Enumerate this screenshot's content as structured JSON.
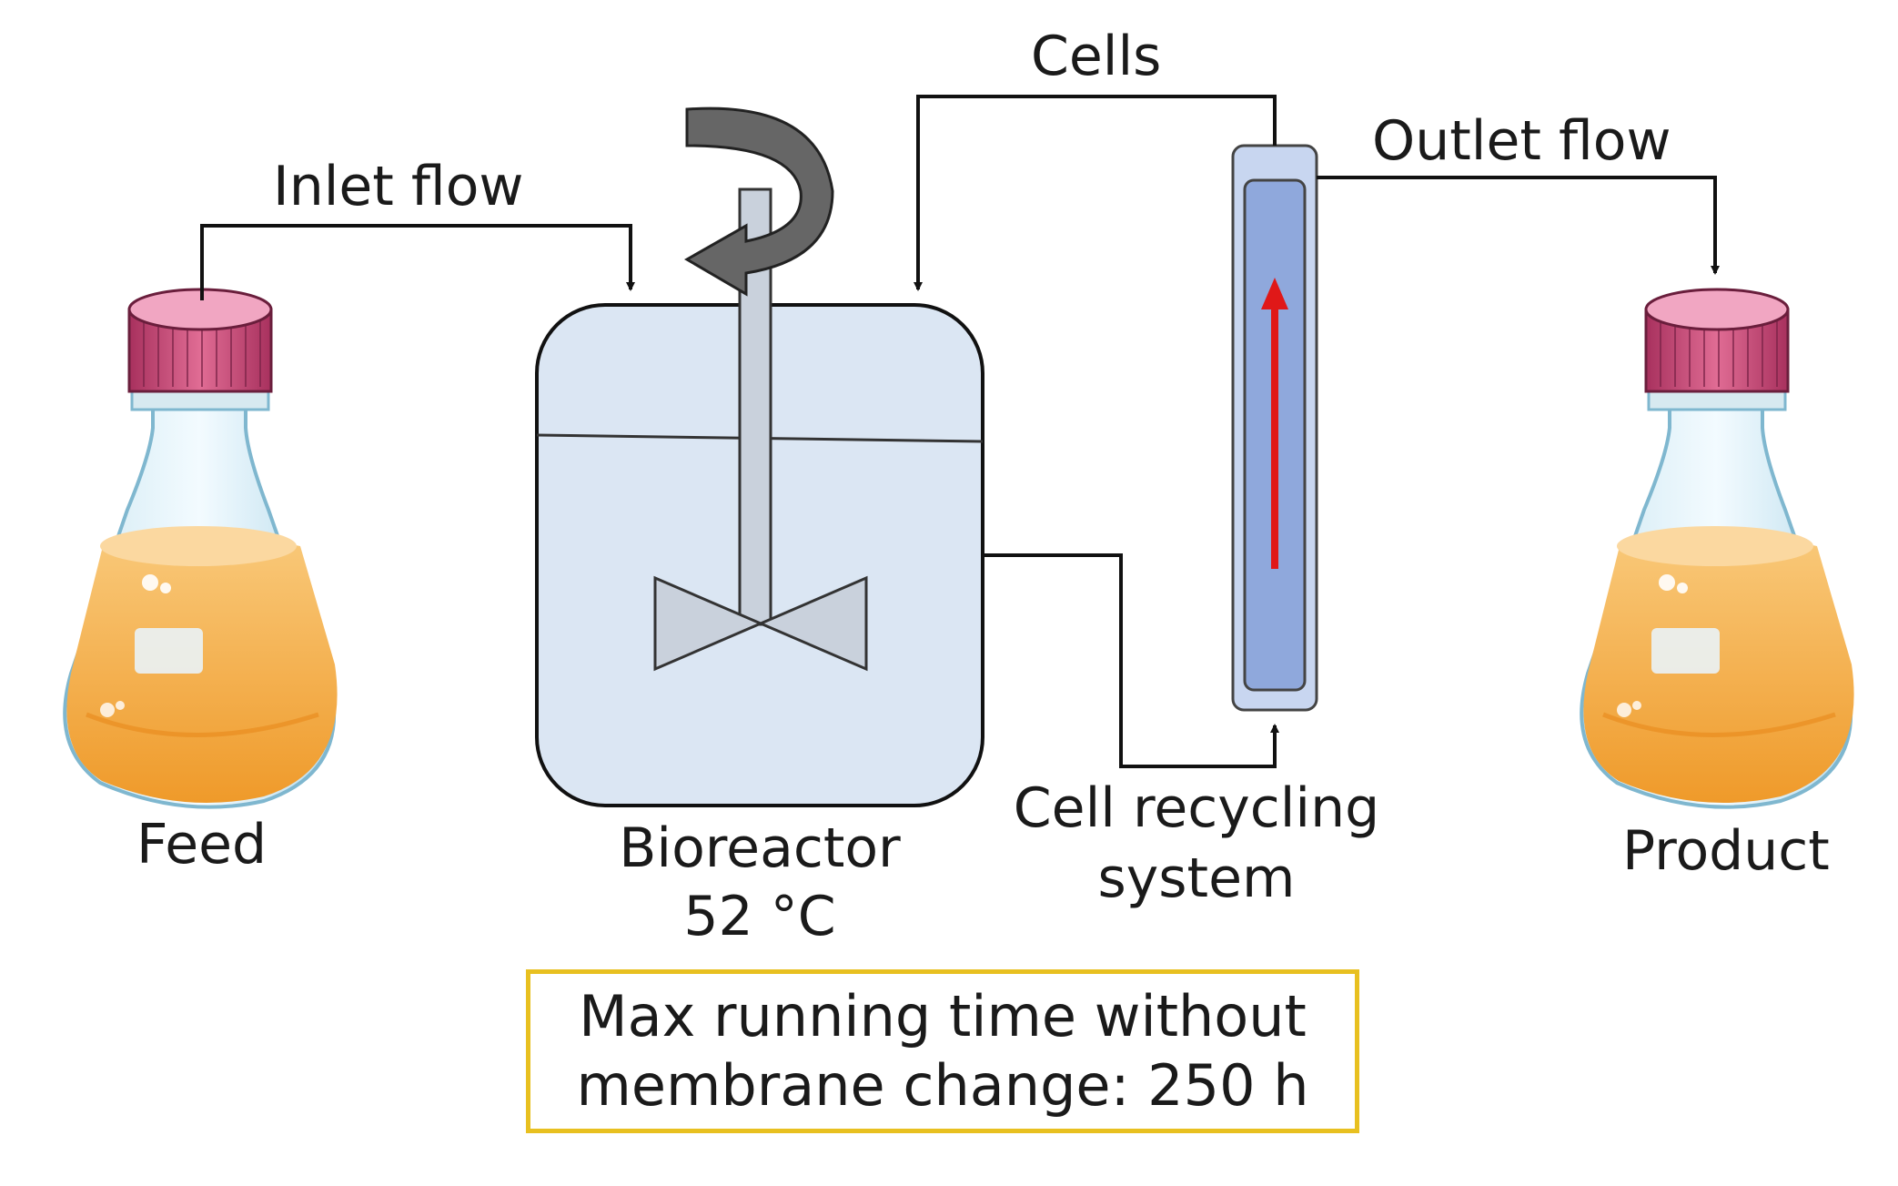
{
  "labels": {
    "inlet_flow": "Inlet flow",
    "cells": "Cells",
    "outlet_flow": "Outlet flow",
    "feed": "Feed",
    "bioreactor": "Bioreactor",
    "temperature": "52 °C",
    "cell_recycling_line1": "Cell recycling",
    "cell_recycling_line2": "system",
    "product": "Product"
  },
  "note": {
    "line1": "Max running time without",
    "line2": "membrane change: 250 h"
  },
  "colors": {
    "flask_liquid": "#f4a93a",
    "cap": "#c84a78",
    "vessel_fill": "#dbe6f3",
    "column_inner": "#8fa8dc",
    "flow_arrow": "#e01818",
    "note_border": "#e8c020"
  }
}
